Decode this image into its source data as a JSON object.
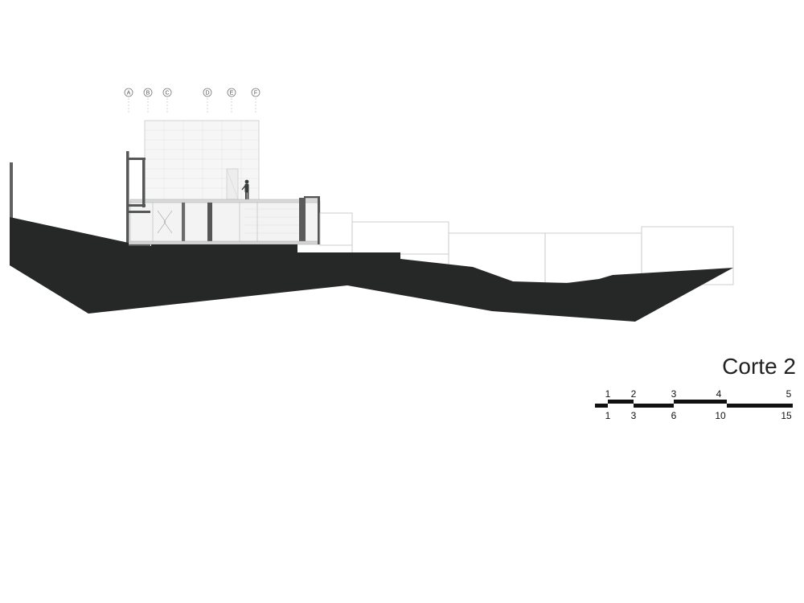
{
  "title": "Corte 2",
  "grid_axes": [
    "A",
    "B",
    "C",
    "D",
    "E",
    "F"
  ],
  "scale_bar": {
    "top_labels": [
      "1",
      "2",
      "3",
      "4",
      "5"
    ],
    "bottom_labels": [
      "1",
      "3",
      "6",
      "10",
      "15"
    ]
  },
  "colors": {
    "ground": "#262828",
    "line": "#b5b5b5",
    "structure": "#505050",
    "panel": "#f4f4f4"
  }
}
